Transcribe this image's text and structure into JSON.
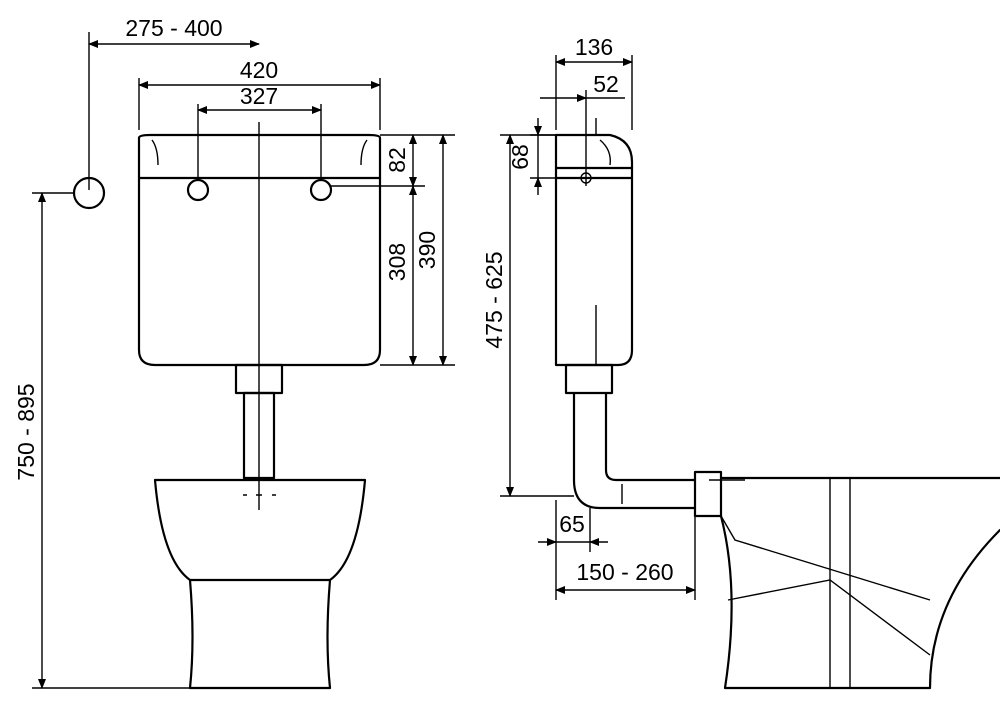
{
  "dimensions": {
    "front_inlet_offset": "275 - 400",
    "tank_width": "420",
    "button_spacing": "327",
    "top_to_inlet": "82",
    "inlet_to_bottom": "308",
    "tank_height": "390",
    "install_height": "750 - 895",
    "side_depth": "136",
    "side_inlet_depth": "52",
    "side_inlet_height": "68",
    "side_pipe_height": "475 - 625",
    "pipe_offset": "65",
    "bowl_offset": "150 - 260"
  }
}
